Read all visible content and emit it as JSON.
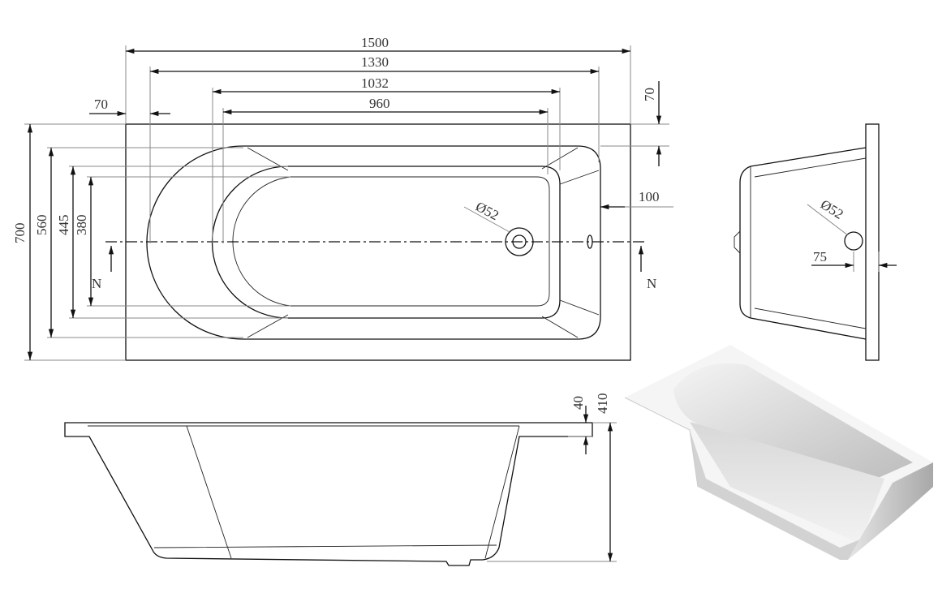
{
  "top_view": {
    "dims": {
      "overall_length": "1500",
      "bowl_length": "1330",
      "inner_length_top": "1032",
      "inner_length_bottom": "960",
      "rim_left": "70",
      "rim_right": "70",
      "overflow_offset": "100",
      "overall_width": "700",
      "bowl_width": "560",
      "inner_width_top": "445",
      "inner_width_bottom": "380"
    },
    "drain_label": "Ø52",
    "section_mark_left": "N",
    "section_mark_right": "N"
  },
  "end_view": {
    "drain_label": "Ø52",
    "drain_offset": "75"
  },
  "side_view": {
    "flange_height": "40",
    "overall_height": "410"
  },
  "colors": {
    "line": "#111111",
    "dimension": "#888888",
    "render_shade": "#c9c9c9"
  }
}
